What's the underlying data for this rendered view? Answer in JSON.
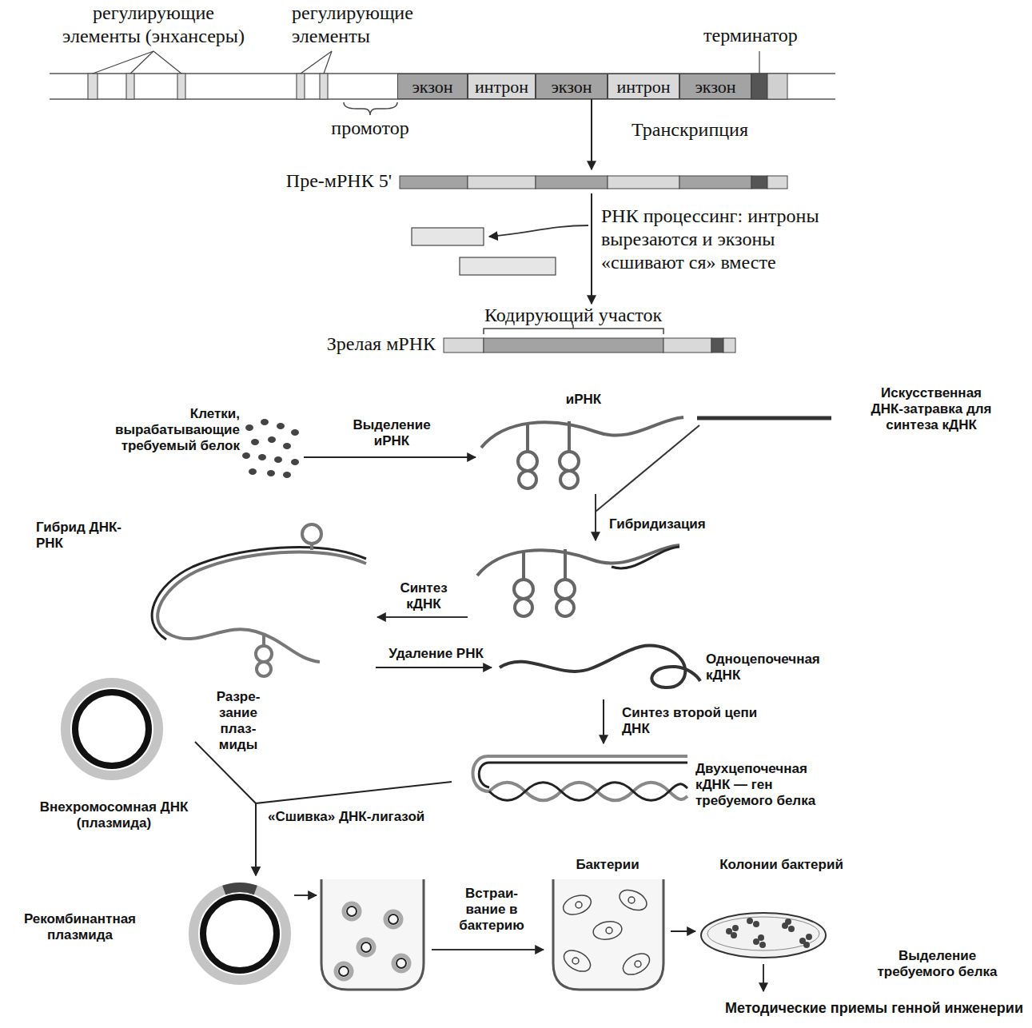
{
  "diagram": {
    "caption": "Методические приемы генной инженерии",
    "nodes": [
      {
        "text": [
          "экзон"
        ]
      },
      {
        "text": [
          "интрон"
        ]
      },
      {
        "text": [
          "экзон"
        ]
      },
      {
        "text": [
          "интрон"
        ]
      },
      {
        "text": [
          "экзон"
        ]
      },
      {
        "text": [
          "Пре-мРНК 5'"
        ]
      },
      {
        "text": [
          "Кодирующий участок",
          "Зрелая мРНК"
        ]
      },
      {
        "text": [
          "Клетки, вырабатывающие требуемый белок"
        ]
      },
      {
        "text": [
          "иРНК"
        ]
      },
      {
        "text": [
          "Искусственная ДНК-затравка для синтеза кДНК"
        ]
      },
      {
        "text": [
          "Гибрид ДНК-РНК"
        ]
      },
      {
        "text": [
          "Одноцепочечная кДНК"
        ]
      },
      {
        "text": [
          "Двухцепочечная кДНК — ген требуемого белка"
        ]
      },
      {
        "text": [
          "Внехромосомная ДНК (плазмида)"
        ]
      },
      {
        "text": [
          "Рекомбинантная плазмида"
        ]
      },
      {
        "text": [
          "Бактерии"
        ]
      },
      {
        "text": [
          "Колонии бактерий"
        ]
      }
    ],
    "edges": [
      {
        "from": 2,
        "to": 5,
        "arrow": "to",
        "label": "Транскрипция"
      },
      {
        "from": 5,
        "to": 6,
        "arrow": "to",
        "label": "РНК процессинг: интроны вырезаются и экзоны «сшивают ся» вместе"
      },
      {
        "from": 7,
        "to": 8,
        "arrow": "to",
        "label": "Выделение иРНК"
      },
      {
        "from": 10,
        "to": 11,
        "arrow": "to",
        "label": "Удаление РНК"
      },
      {
        "from": 11,
        "to": 12,
        "arrow": "to",
        "label": "Синтез второй цепи ДНК"
      },
      {
        "from": 13,
        "to": 14,
        "arrow": "to",
        "label": "Разре- зание плаз- миды"
      },
      {
        "from": 12,
        "to": 14,
        "arrow": "to",
        "label": "«Сшивка» ДНК-лигазой"
      },
      {
        "from": 15,
        "to": 16,
        "arrow": "to"
      }
    ],
    "labels": [
      "регулирующие элементы (энхансеры)",
      "регулирующие элементы",
      "терминатор",
      "промотор",
      "Гибридизация",
      "Синтез кДНК",
      "Встраи- вание в бактерию",
      "Выделение требуемого белка"
    ]
  }
}
